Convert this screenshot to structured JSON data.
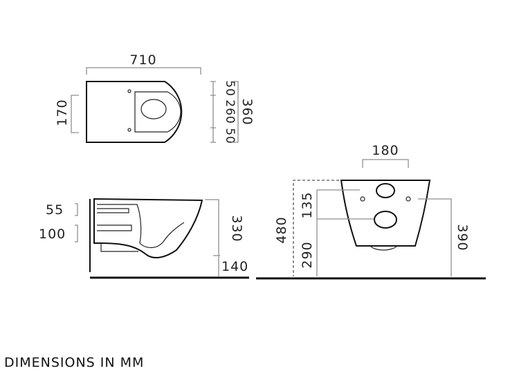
{
  "dimensions": {
    "top_length": "710",
    "top_depth": "170",
    "right_top": "50",
    "right_mid": "260",
    "right_bottom": "50",
    "right_total": "360",
    "side_upper": "55",
    "side_lower": "100",
    "side_height": "330",
    "side_base": "140",
    "front_top_width": "180",
    "front_left_total": "480",
    "front_upper": "135",
    "front_lower": "290",
    "front_right": "390"
  },
  "caption": "DIMENSIONS IN MM",
  "colors": {
    "outline": "#111111",
    "dimension_line": "#8e8e8e",
    "text": "#222222"
  }
}
